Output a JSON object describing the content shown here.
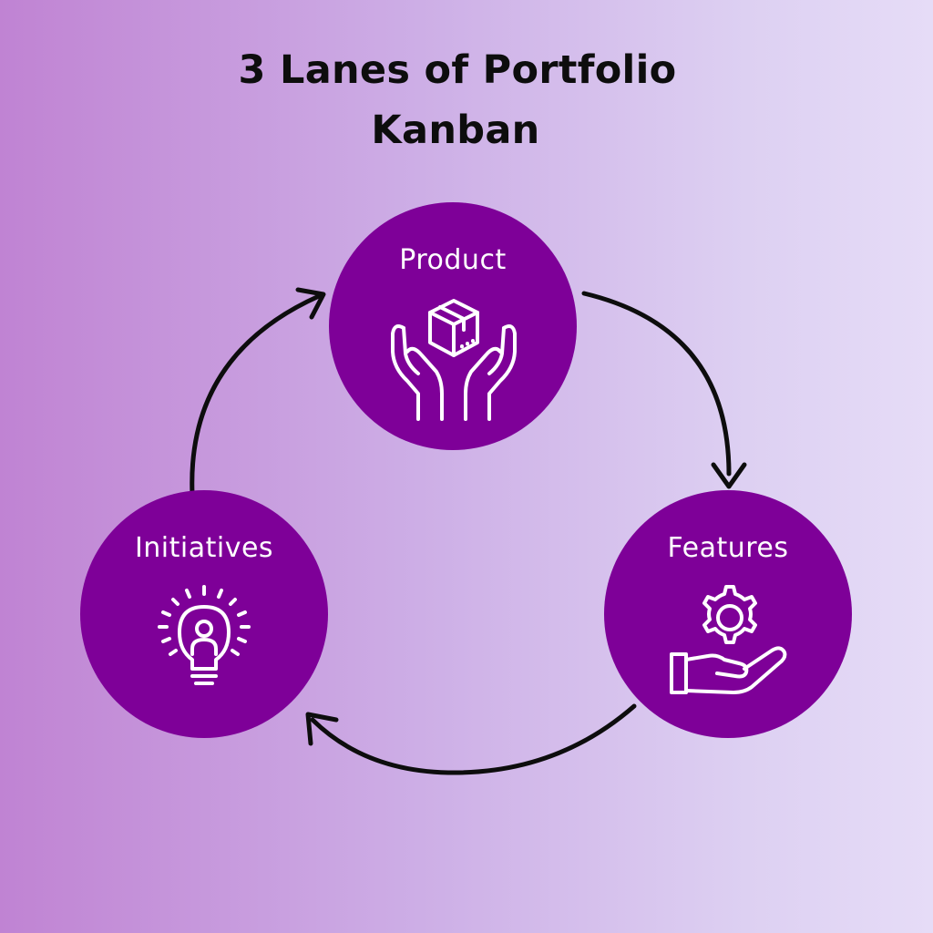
{
  "title": {
    "line1": "3 Lanes of Portfolio",
    "line2": "Kanban"
  },
  "lanes": [
    {
      "label": "Product",
      "icon": "box-in-hands-icon"
    },
    {
      "label": "Features",
      "icon": "gear-in-hand-icon"
    },
    {
      "label": "Initiatives",
      "icon": "lightbulb-person-icon"
    }
  ],
  "colors": {
    "lane_fill": "#7e0098",
    "arrow": "#0d0d0d",
    "title": "#0d0d0d"
  }
}
